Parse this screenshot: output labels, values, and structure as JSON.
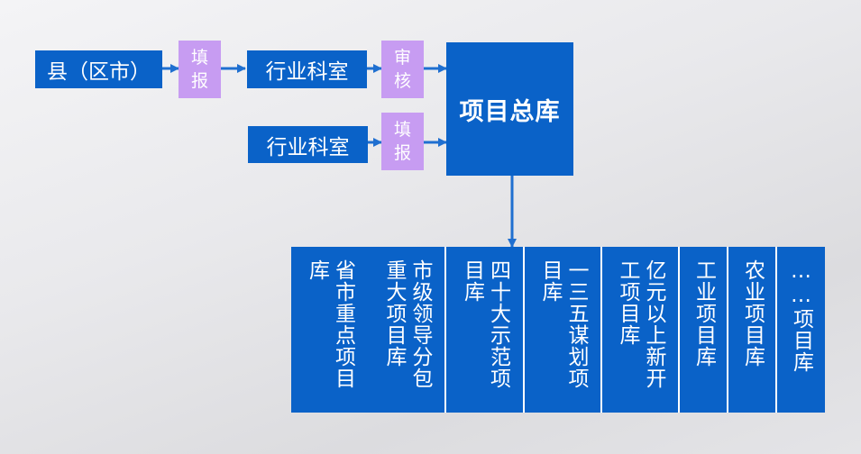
{
  "nodes": {
    "county": "县（区市）",
    "fill1_a": "填",
    "fill1_b": "报",
    "dept1": "行业科室",
    "audit_a": "审",
    "audit_b": "核",
    "dept2": "行业科室",
    "fill2_a": "填",
    "fill2_b": "报",
    "master": "项目总库"
  },
  "libraries": [
    {
      "id": "province-city-key",
      "text": "省市重点项目\n库"
    },
    {
      "id": "city-leader",
      "text": "市级领导分包\n重大项目库"
    },
    {
      "id": "forty-demo",
      "text": "四十大示范项\n目库"
    },
    {
      "id": "fyp-135",
      "text": "一三五谋划项\n目库"
    },
    {
      "id": "billion-new",
      "text": "亿元以上新开\n工项目库"
    },
    {
      "id": "industrial",
      "text": "工业项目库"
    },
    {
      "id": "agricultural",
      "text": "农业项目库"
    },
    {
      "id": "other",
      "text": "……项目库"
    }
  ],
  "colors": {
    "box_blue": "#0a62c8",
    "tag_violet": "#c79cf2",
    "arrow_blue": "#1f6fd0"
  }
}
